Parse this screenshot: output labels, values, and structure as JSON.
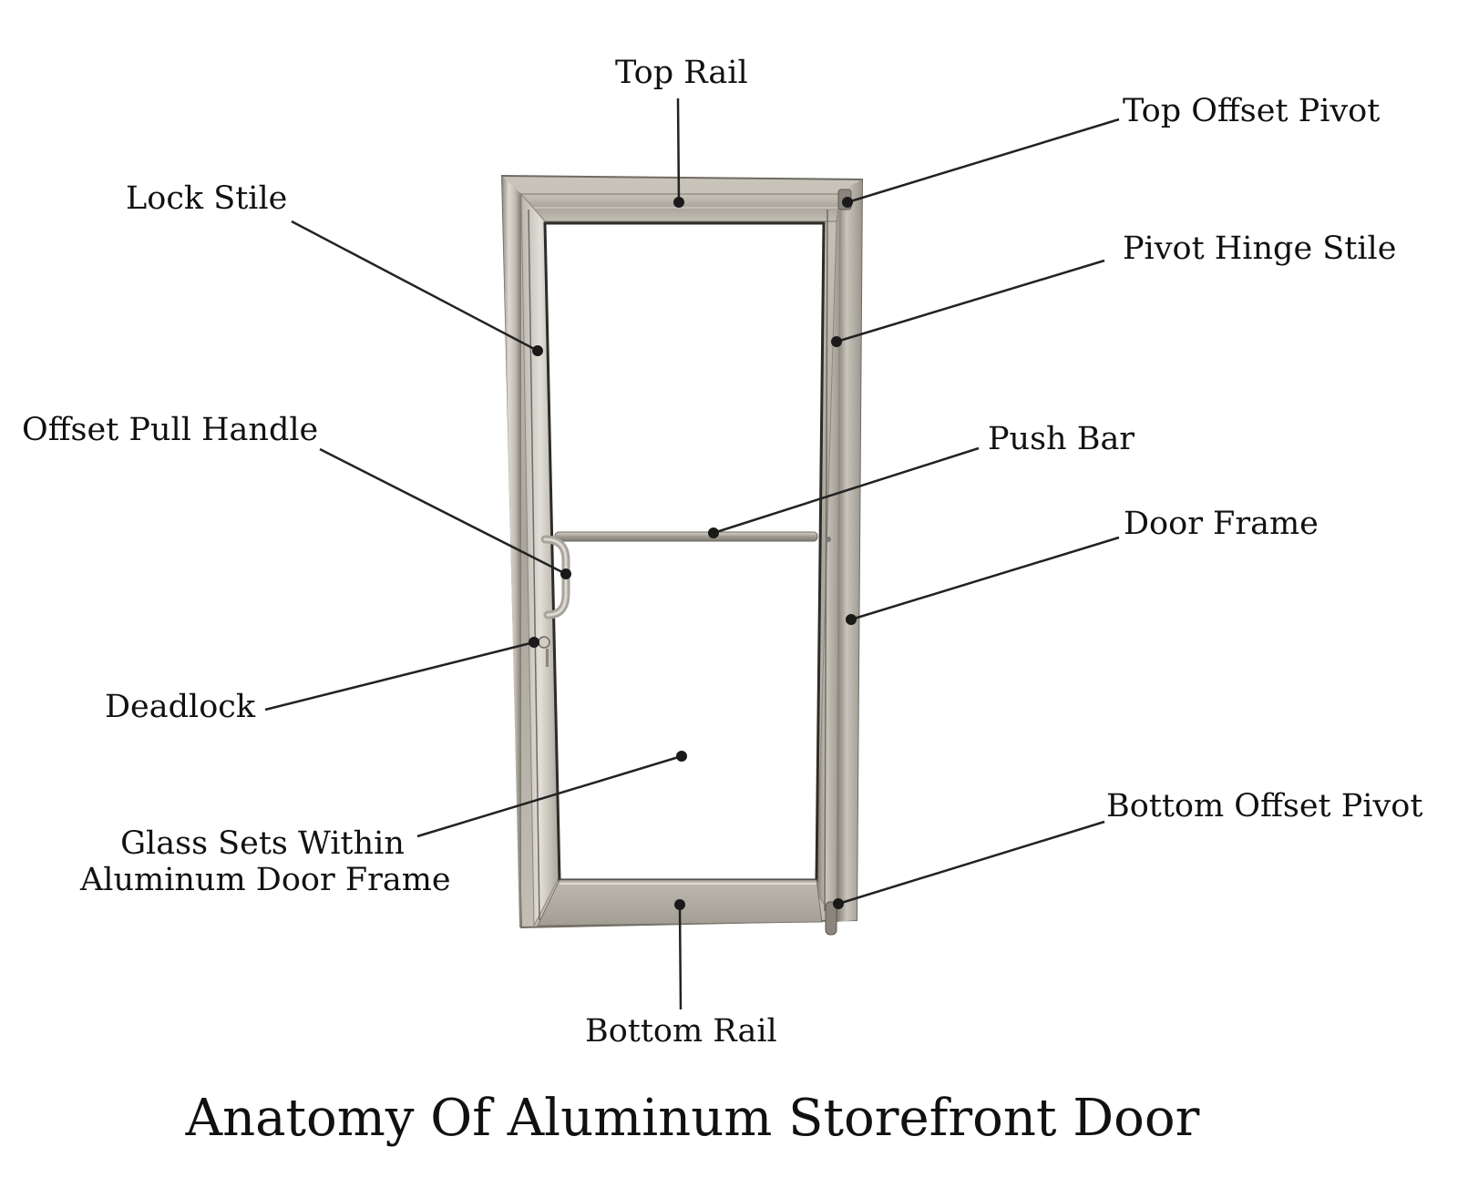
{
  "labels": {
    "top_rail": "Top Rail",
    "top_offset_pivot": "Top Offset Pivot",
    "lock_stile": "Lock Stile",
    "pivot_hinge_stile": "Pivot Hinge Stile",
    "offset_pull_handle": "Offset Pull Handle",
    "push_bar": "Push Bar",
    "door_frame": "Door Frame",
    "deadlock": "Deadlock",
    "glass_line1": "Glass Sets Within",
    "glass_line2": "Aluminum Door Frame",
    "bottom_offset_pivot": "Bottom Offset Pivot",
    "bottom_rail": "Bottom Rail"
  },
  "title": "Anatomy Of Aluminum Storefront Door",
  "colors": {
    "background": "#ffffff",
    "text": "#111111",
    "leader_line": "#222222",
    "aluminum_light": "#d9d6cf",
    "aluminum_mid": "#b4b0a7",
    "aluminum_dark": "#8a867d"
  }
}
